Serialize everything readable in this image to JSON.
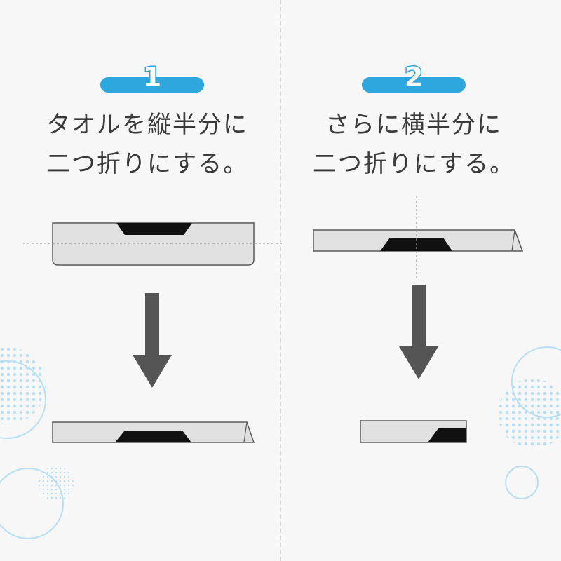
{
  "steps": [
    {
      "number": "1",
      "caption_line1": "タオルを縦半分に",
      "caption_line2": "二つ折りにする。"
    },
    {
      "number": "2",
      "caption_line1": "さらに横半分に",
      "caption_line2": "二つ折りにする。"
    }
  ],
  "colors": {
    "accent": "#2ea6de",
    "towel_fill": "#e1e1e1",
    "towel_stroke": "#5a5a5a",
    "band": "#111111",
    "arrow": "#555555",
    "guide_line": "#9a9a9a",
    "text": "#3a3a3a",
    "decor": "#b7dff3"
  },
  "icons": {
    "step1_arrow": "down-arrow-icon",
    "step2_arrow": "down-arrow-icon"
  }
}
